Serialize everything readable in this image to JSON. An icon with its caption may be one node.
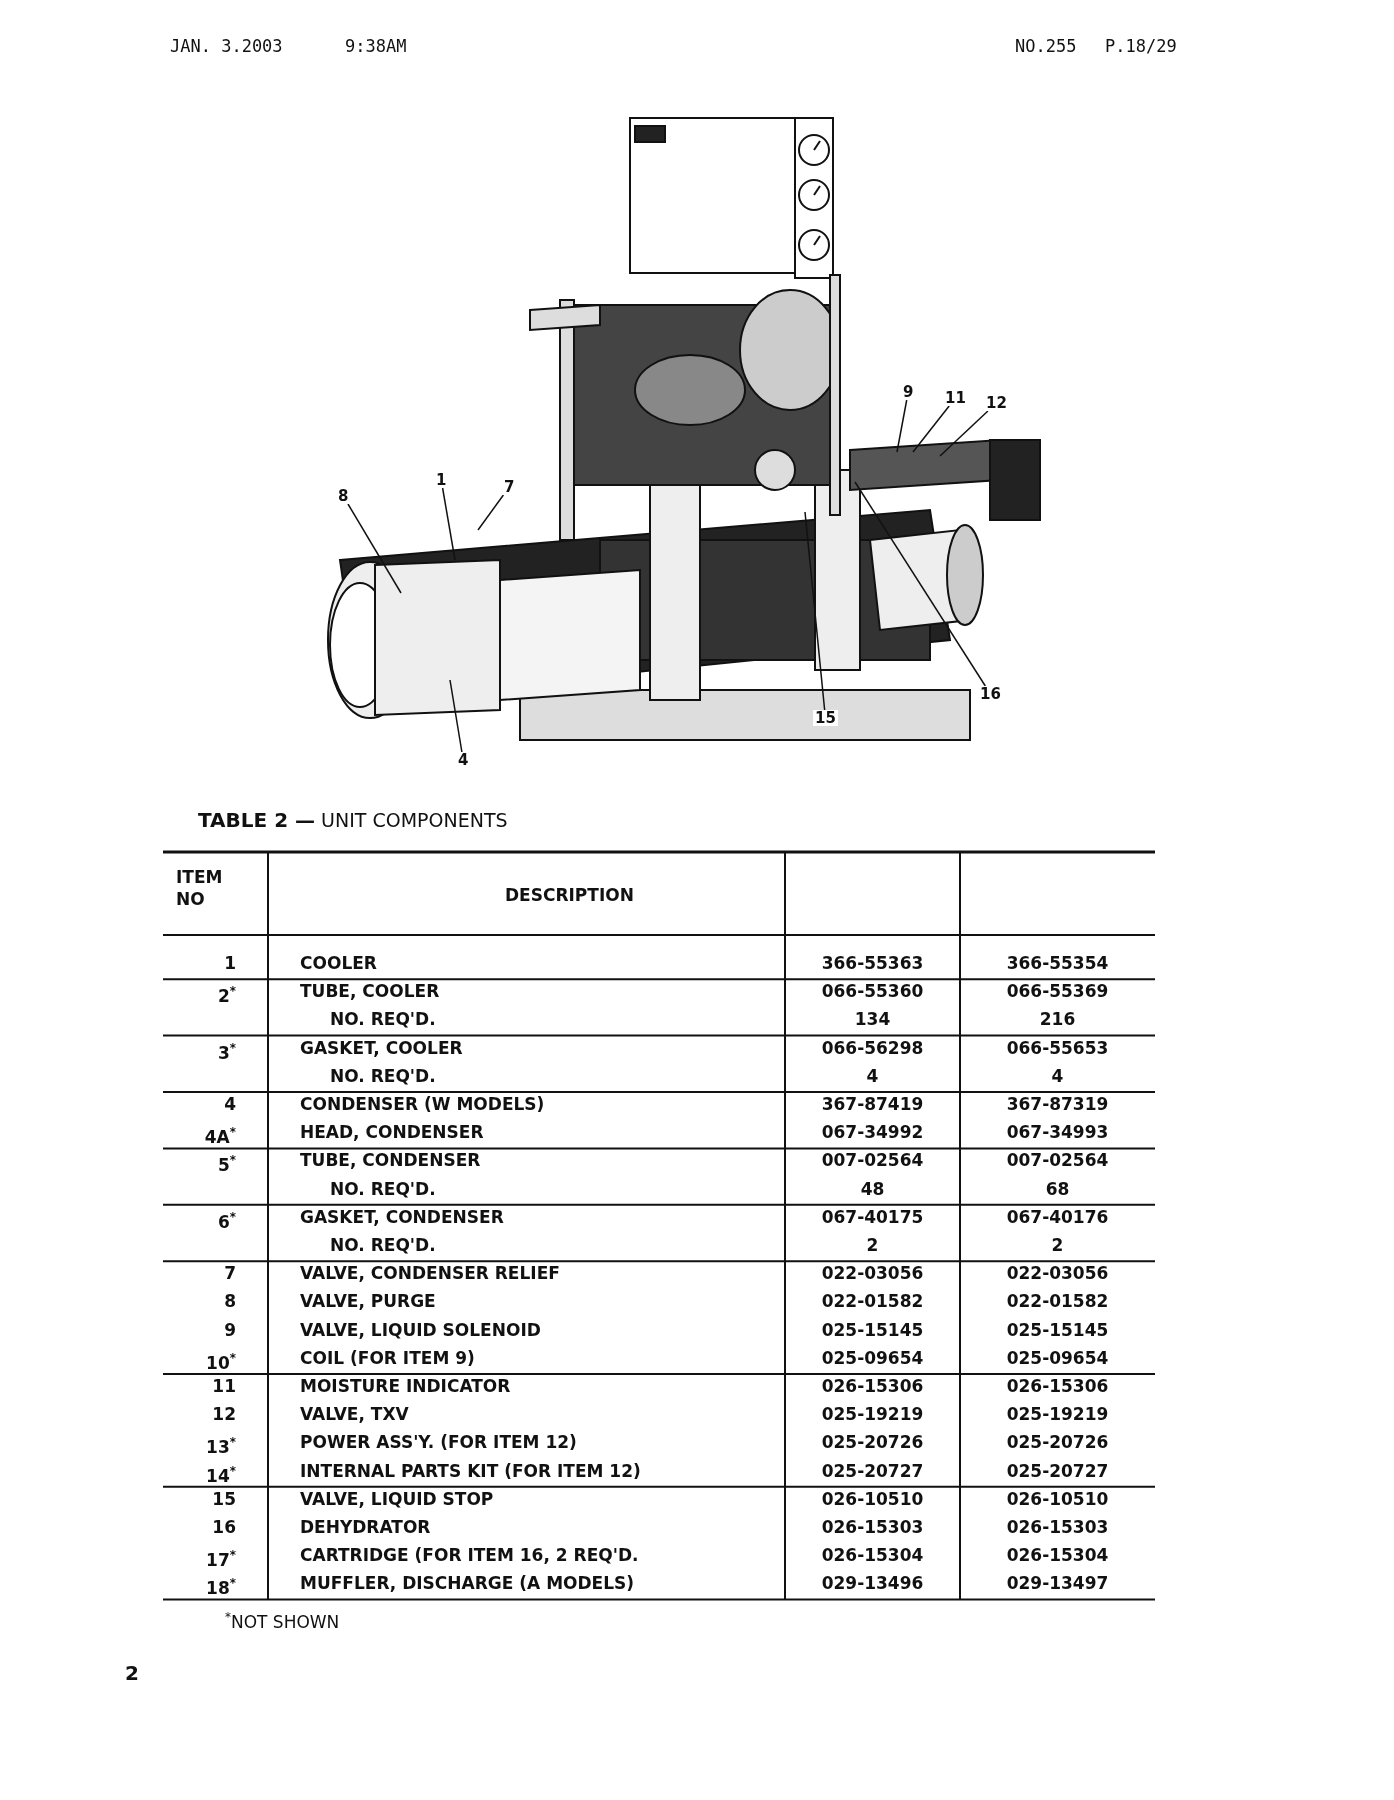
{
  "diagram": {
    "title": "**TABLE 2 —** UNIT COMPONENTS",
    "nodes": [
      {
        "text": [
          "8"
        ]
      },
      {
        "text": [
          "1"
        ]
      },
      {
        "text": [
          "7"
        ]
      },
      {
        "text": [
          "9"
        ]
      },
      {
        "text": [
          "11"
        ]
      },
      {
        "text": [
          "12"
        ]
      },
      {
        "text": [
          "16"
        ]
      },
      {
        "text": [
          "15"
        ]
      },
      {
        "text": [
          "4"
        ]
      }
    ],
    "edges": [
      {
        "from": 0,
        "to": null,
        "arrow": "none"
      },
      {
        "from": 1,
        "to": null,
        "arrow": "none"
      },
      {
        "from": 2,
        "to": null,
        "arrow": "none"
      },
      {
        "from": 3,
        "to": null,
        "arrow": "none"
      },
      {
        "from": 4,
        "to": null,
        "arrow": "none"
      },
      {
        "from": 5,
        "to": null,
        "arrow": "none"
      },
      {
        "from": 6,
        "to": null,
        "arrow": "none"
      },
      {
        "from": 7,
        "to": null,
        "arrow": "none"
      },
      {
        "from": 8,
        "to": null,
        "arrow": "none"
      }
    ],
    "labels": [
      "JAN. 3.2003",
      "9:38AM",
      "NO.255",
      "P.18/29",
      "ITEM NO",
      "DESCRIPTION",
      "1",
      "COOLER",
      "366-55363",
      "366-55354",
      "2$^{*}$",
      "TUBE, COOLER",
      "066-55360",
      "066-55369",
      "NO. REQ'D.",
      "134",
      "216",
      "3$^{*}$",
      "GASKET, COOLER",
      "066-56298",
      "066-55653",
      "NO. REQ'D.",
      "4",
      "4",
      "4",
      "CONDENSER (W MODELS)",
      "367-87419",
      "367-87319",
      "4A$^{*}$",
      "HEAD, CONDENSER",
      "067-34992",
      "067-34993",
      "5$^{*}$",
      "TUBE, CONDENSER",
      "007-02564",
      "007-02564",
      "NO. REQ'D.",
      "48",
      "68",
      "6$^{*}$",
      "GASKET, CONDENSER",
      "067-40175",
      "067-40176",
      "NO. REQ'D.",
      "2",
      "2",
      "7",
      "VALVE, CONDENSER RELIEF",
      "022-03056",
      "022-03056",
      "8",
      "VALVE, PURGE",
      "022-01582",
      "022-01582",
      "9",
      "VALVE, LIQUID SOLENOID",
      "025-15145",
      "025-15145",
      "10$^{*}$",
      "COIL (FOR ITEM 9)",
      "025-09654",
      "025-09654",
      "11",
      "MOISTURE INDICATOR",
      "026-15306",
      "026-15306",
      "12",
      "VALVE, TXV",
      "025-19219",
      "025-19219",
      "13$^{*}$",
      "POWER ASS'Y. (FOR ITEM 12)",
      "025-20726",
      "025-20726",
      "14$^{*}$",
      "INTERNAL PARTS KIT (FOR ITEM 12)",
      "025-20727",
      "025-20727",
      "15",
      "VALVE, LIQUID STOP",
      "026-10510",
      "026-10510",
      "16",
      "DEHYDRATOR",
      "026-15303",
      "026-15303",
      "17$^{*}$",
      "CARTRIDGE (FOR ITEM 16, 2 REQ'D.",
      "026-15304",
      "026-15304",
      "18$^{*}$",
      "MUFFLER, DISCHARGE (A MODELS)",
      "029-13496",
      "029-13497",
      "$^{*}$NOT SHOWN",
      "2"
    ]
  }
}
